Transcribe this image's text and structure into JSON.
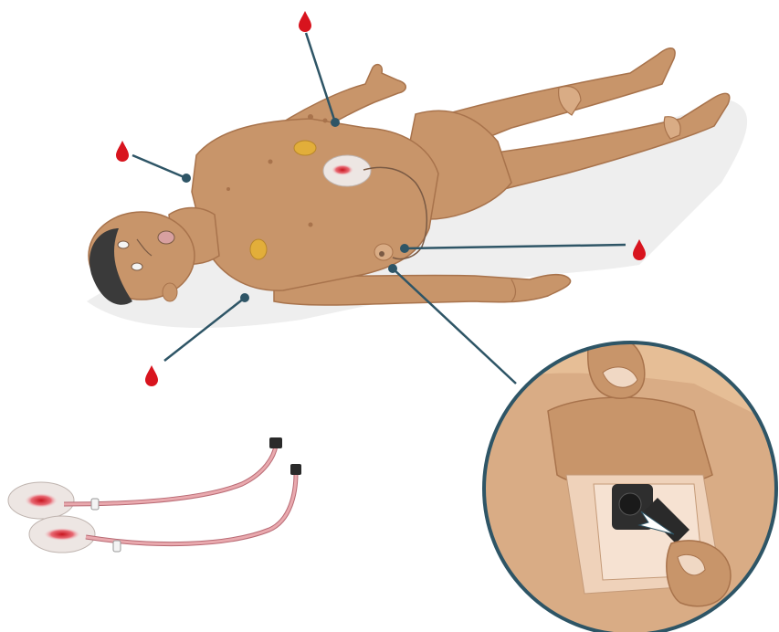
{
  "figure": {
    "subject": "manikin-bleeding-sites",
    "colors": {
      "skin": "#C8956A",
      "skin_dark": "#A8734C",
      "skin_light": "#D9AC85",
      "shadow": "#ECECEC",
      "callout_line": "#2E5566",
      "blood": "#D8141E",
      "wound_pad": "#EDE6E3",
      "tube": "#E9A9AE",
      "tube_dark": "#B86A74",
      "hair": "#3A3A3A",
      "port": "#E2AE3A"
    },
    "icons": [
      "blood-drop-icon",
      "callout-dot-icon",
      "connector-icon",
      "arrow-icon"
    ],
    "callouts": [
      {
        "name": "chest-upper",
        "icon": "blood-drop-icon"
      },
      {
        "name": "shoulder-left",
        "icon": "blood-drop-icon"
      },
      {
        "name": "abdomen-right",
        "icon": "blood-drop-icon"
      },
      {
        "name": "arm-left",
        "icon": "blood-drop-icon"
      }
    ]
  }
}
